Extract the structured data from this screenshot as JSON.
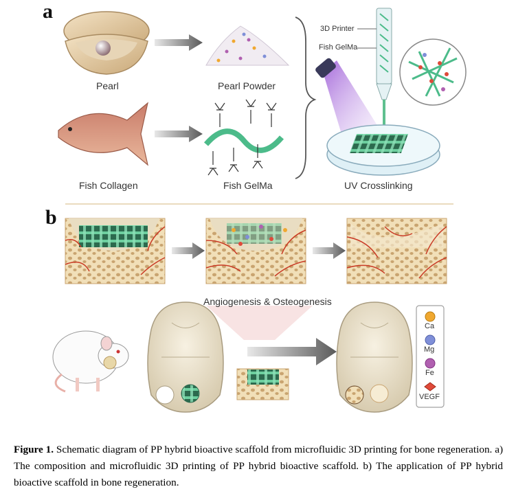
{
  "panel_a": {
    "letter": "a",
    "labels": {
      "pearl": "Pearl",
      "pearl_powder": "Pearl Powder",
      "fish_collagen": "Fish Collagen",
      "fish_gelma": "Fish GelMa",
      "uv_crosslinking": "UV Crosslinking",
      "printer": "3D Printer",
      "printer_gelma": "Fish GelMa"
    }
  },
  "panel_b": {
    "letter": "b",
    "process_label": "Angiogenesis & Osteogenesis",
    "legend": [
      "Ca",
      "Mg",
      "Fe",
      "VEGF"
    ],
    "legend_colors": [
      "#f0a830",
      "#7f8fd8",
      "#b060b0",
      "#e04a3a"
    ]
  },
  "caption": {
    "label": "Figure 1.",
    "text": " Schematic diagram of PP hybrid bioactive scaffold from microfluidic 3D printing for bone regeneration. a) The composition and microfluidic 3D printing of PP hybrid bioactive scaffold. b) The application of PP hybrid bioactive scaffold in bone regeneration."
  }
}
